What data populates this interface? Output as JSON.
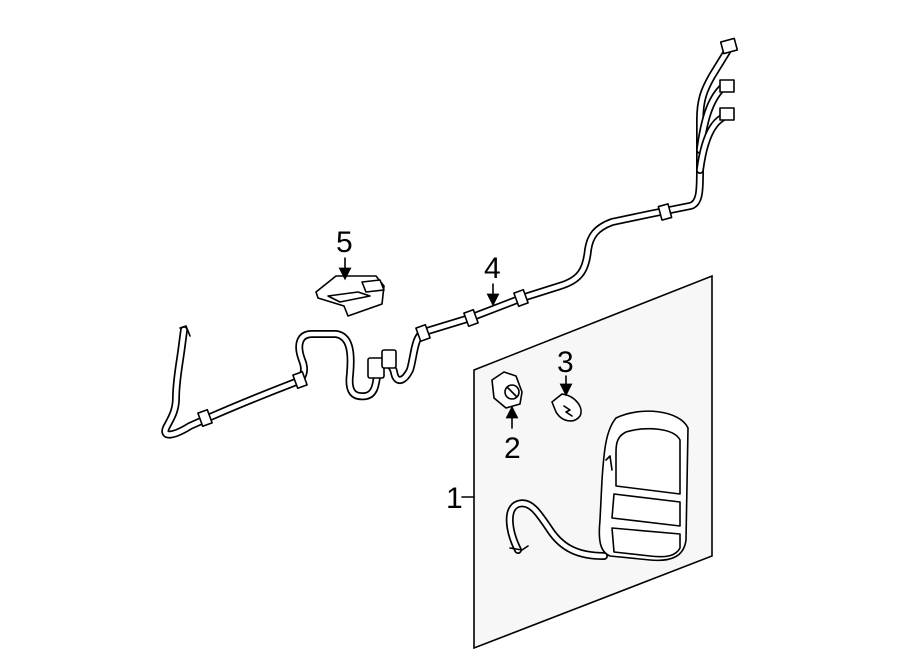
{
  "callouts": [
    {
      "id": "1",
      "label": "1",
      "part": "tail-lamp-assembly"
    },
    {
      "id": "2",
      "label": "2",
      "part": "bulb-socket"
    },
    {
      "id": "3",
      "label": "3",
      "part": "bulb"
    },
    {
      "id": "4",
      "label": "4",
      "part": "wiring-harness"
    },
    {
      "id": "5",
      "label": "5",
      "part": "license-lamp"
    }
  ]
}
